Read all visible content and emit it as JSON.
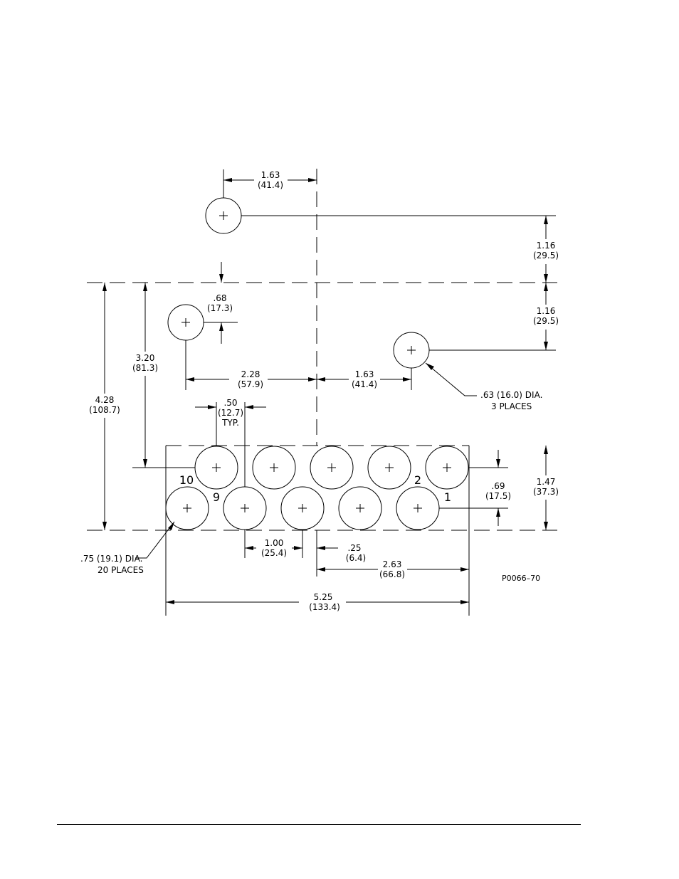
{
  "dimensions": {
    "top_offset": [
      "1.63",
      "(41.4)"
    ],
    "right_upper_gap": [
      "1.16",
      "(29.5)"
    ],
    "right_lower_gap": [
      "1.16",
      "(29.5)"
    ],
    "small_offset": [
      ".68",
      "(17.3)"
    ],
    "height_320": [
      "3.20",
      "(81.3)"
    ],
    "height_428": [
      "4.28",
      "(108.7)"
    ],
    "span_228": [
      "2.28",
      "(57.9)"
    ],
    "span_163": [
      "1.63",
      "(41.4)"
    ],
    "pitch_typ": [
      ".50",
      "(12.7)",
      "TYP."
    ],
    "row_offset": [
      ".69",
      "(17.5)"
    ],
    "block_height": [
      "1.47",
      "(37.3)"
    ],
    "pitch_100": [
      "1.00",
      "(25.4)"
    ],
    "edge_025": [
      ".25",
      "(6.4)"
    ],
    "span_263": [
      "2.63",
      "(66.8)"
    ],
    "overall_width": [
      "5.25",
      "(133.4)"
    ]
  },
  "notes": {
    "small_holes": [
      ".63 (16.0) DIA.",
      "3 PLACES"
    ],
    "large_holes": [
      ".75 (19.1) DIA.",
      "20 PLACES"
    ]
  },
  "position_labels": {
    "p10": "10",
    "p9": "9",
    "p2": "2",
    "p1": "1"
  },
  "drawing_number": "P0066–70"
}
